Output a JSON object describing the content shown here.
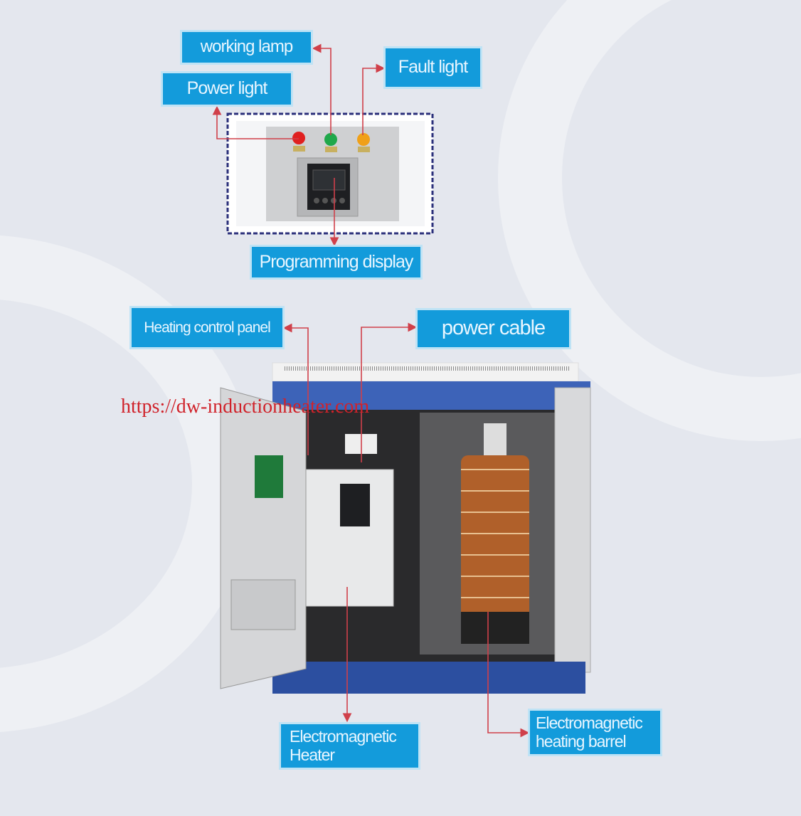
{
  "labels": {
    "working_lamp": "working lamp",
    "power_light": "Power light",
    "fault_light": "Fault light",
    "programming_display": "Programming display",
    "heating_control_panel": "Heating control panel",
    "power_cable": "power cable",
    "em_heater": "Electromagnetic\nHeater",
    "em_barrel": "Electromagnetic\nheating barrel"
  },
  "watermark": "https://dw-inductionheater.com",
  "colors": {
    "label_bg": "#139bdb",
    "arrow": "#d0404a",
    "cabinet_blue": "#2c4fa0"
  }
}
